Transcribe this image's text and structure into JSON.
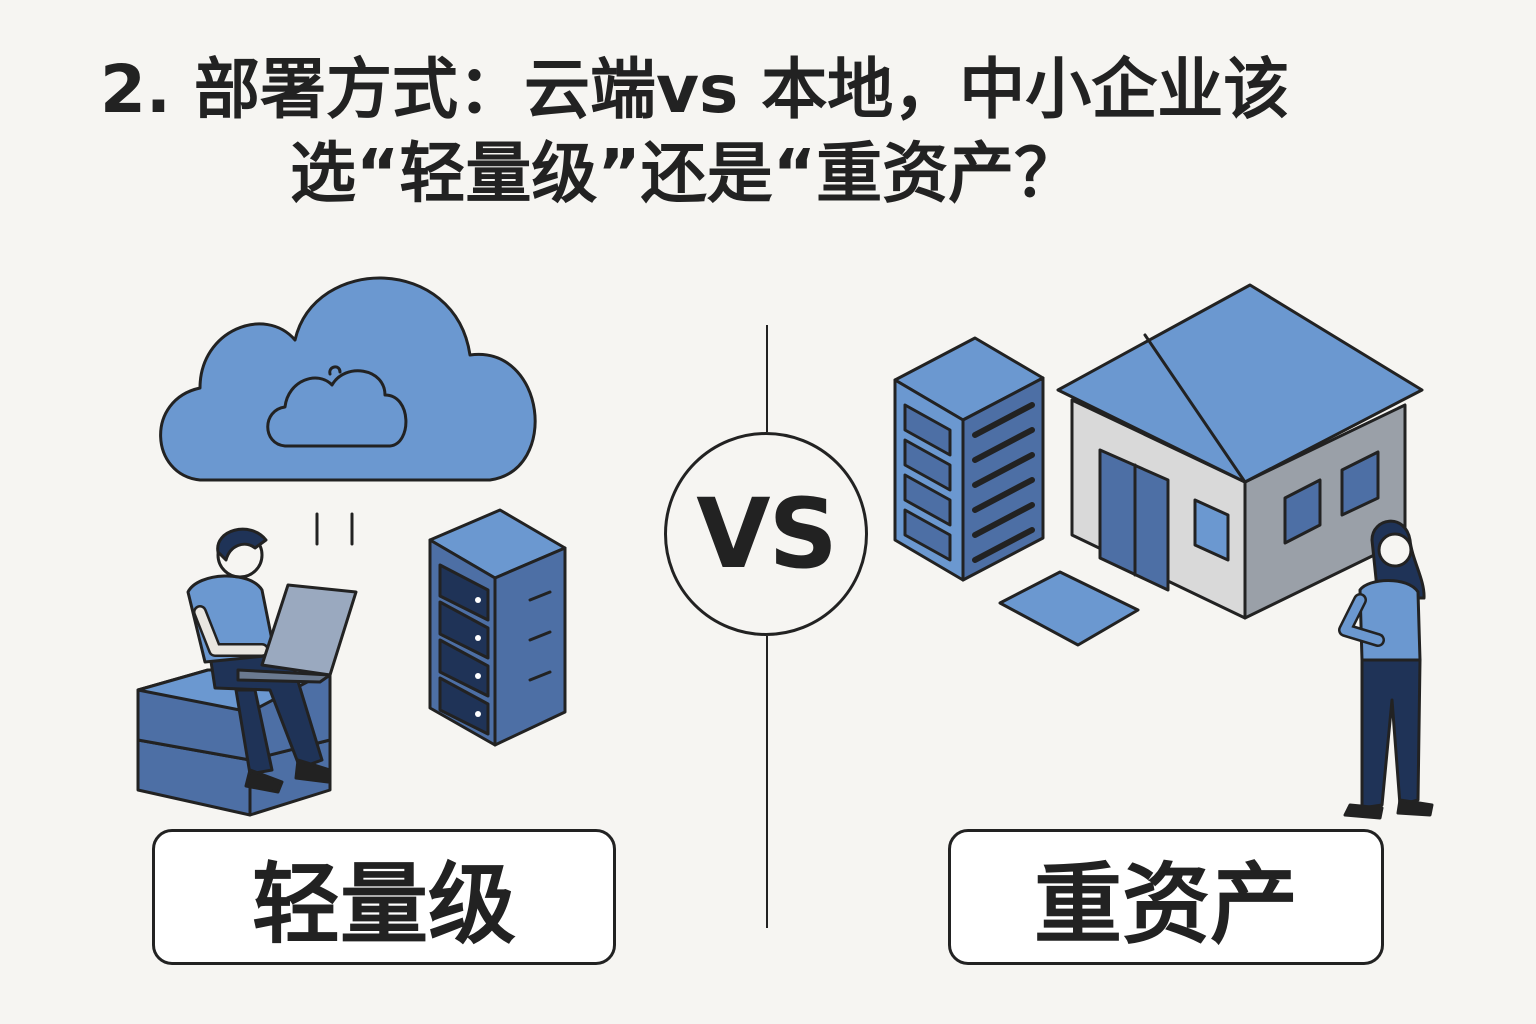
{
  "title": {
    "line1": "2. 部署方式：云端vs 本地，中小企业该",
    "line2": "选“轻量级”还是“重资产？"
  },
  "vs_label": "VS",
  "left": {
    "label": "轻量级"
  },
  "right": {
    "label": "重资产"
  },
  "colors": {
    "background": "#f6f5f2",
    "outline": "#222222",
    "blue": "#6b98d0",
    "blue_dark": "#4d6fa5",
    "navy": "#1f3357",
    "wall": "#d9d9d9"
  }
}
